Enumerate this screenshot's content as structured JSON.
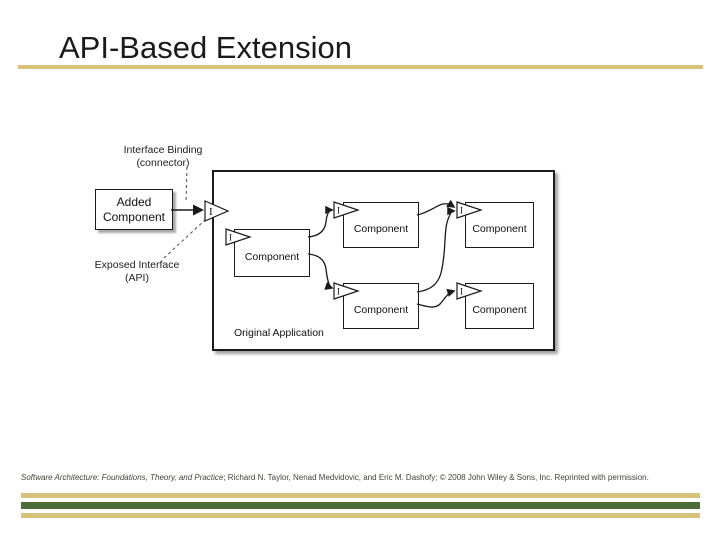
{
  "slide": {
    "title": "API-Based Extension",
    "citation": {
      "book_title": "Software Architecture: Foundations, Theory, and Practice",
      "rest": "; Richard N. Taylor, Nenad Medvidovic, and Eric M. Dashofy; © 2008 John Wiley & Sons, Inc. Reprinted with permission."
    },
    "colors": {
      "accent_gold": "#d8c27a",
      "accent_green": "#4e6b3a",
      "title_text": "#1a1a1a",
      "citation_text": "#46423b",
      "diagram_line": "#1a1a1a"
    }
  },
  "diagram": {
    "interface_binding_label": {
      "line1": "Interface Binding",
      "line2": "(connector)"
    },
    "exposed_interface_label": {
      "line1": "Exposed Interface",
      "line2": "(API)"
    },
    "added_component": {
      "line1": "Added",
      "line2": "Component"
    },
    "original_application_label": "Original Application",
    "interface_letter": "I",
    "components": [
      {
        "label": "Component"
      },
      {
        "label": "Component"
      },
      {
        "label": "Component"
      },
      {
        "label": "Component"
      },
      {
        "label": "Component"
      }
    ]
  }
}
